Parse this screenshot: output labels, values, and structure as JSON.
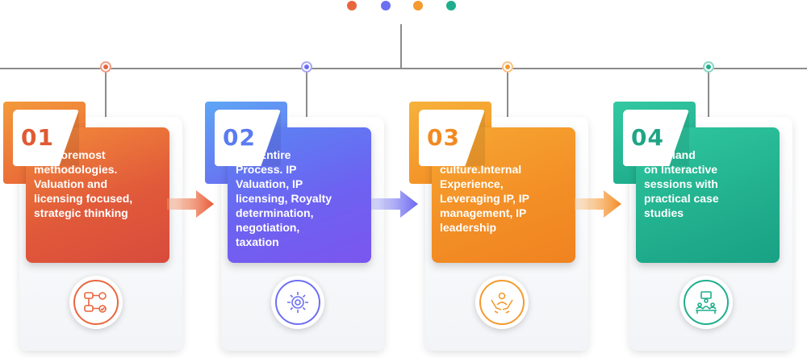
{
  "colors": {
    "orange_red": "#e2573a",
    "violet": "#6f5cf0",
    "orange": "#f59324",
    "teal": "#21b08f",
    "line": "#8c8c8c"
  },
  "legend_dots": [
    "#e8663f",
    "#6d6ff2",
    "#f49a2e",
    "#1fae8d"
  ],
  "steps": [
    {
      "number": "01",
      "text": "      The foremost\n   methodologies.\nValuation and\nlicensing focused,\nstrategic thinking",
      "icon": "workflow-icon"
    },
    {
      "number": "02",
      "text": "      The Entire\n   Process. IP\nValuation, IP\nlicensing, Royalty\ndetermination,\nnegotiation,\ntaxation",
      "icon": "gear-cog-icon"
    },
    {
      "number": "03",
      "text": "      The\n   culture.Internal\nExperience,\nLeveraging IP, IP\nmanagement, IP\nleadership",
      "icon": "hands-collaboration-icon"
    },
    {
      "number": "04",
      "text": "      The Hand\n   on  Interactive\nsessions with\npractical case\nstudies",
      "icon": "training-session-icon"
    }
  ]
}
